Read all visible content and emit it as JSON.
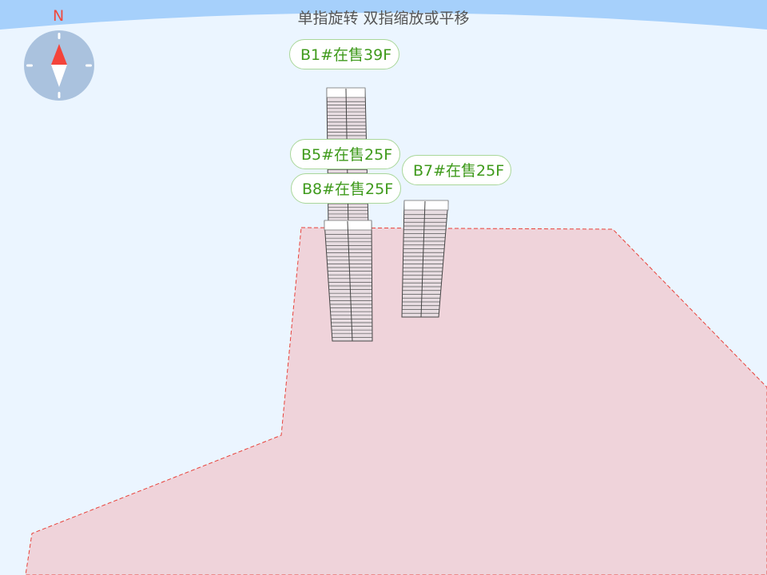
{
  "hint": "单指旋转 双指缩放或平移",
  "compass": {
    "north_label": "N"
  },
  "buildings": [
    {
      "id": "B1",
      "label": "B1#在售39F"
    },
    {
      "id": "B5",
      "label": "B5#在售25F"
    },
    {
      "id": "B7",
      "label": "B7#在售25F"
    },
    {
      "id": "B8",
      "label": "B8#在售25F"
    }
  ],
  "colors": {
    "sky": "#a6d0fb",
    "background": "#ebf5ff",
    "plot_fill": "#efd3da",
    "plot_border": "#e8423a",
    "label_text": "#3f9a1c"
  }
}
